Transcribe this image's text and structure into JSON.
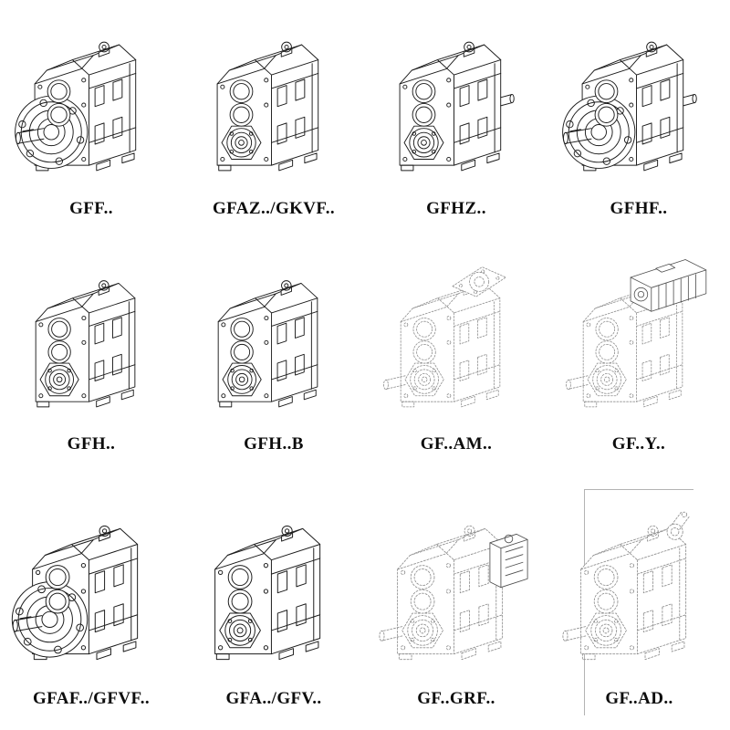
{
  "figures": [
    {
      "label": "GFF..",
      "icon": "flange-gearbox-drawing"
    },
    {
      "label": "GFAZ../GKVF..",
      "icon": "shaft-mounted-gearbox-drawing"
    },
    {
      "label": "GFHZ..",
      "icon": "shaft-mounted-gearbox-with-side-shaft-drawing"
    },
    {
      "label": "GFHF..",
      "icon": "flange-gearbox-with-side-shaft-drawing"
    },
    {
      "label": "GFH..",
      "icon": "shaft-mounted-gearbox-drawing"
    },
    {
      "label": "GFH..B",
      "icon": "shaft-mounted-gearbox-drawing"
    },
    {
      "label": "GF..AM..",
      "icon": "gearbox-with-motor-flange-drawing"
    },
    {
      "label": "GF..Y..",
      "icon": "gearbox-with-motor-drawing"
    },
    {
      "label": "GFAF../GFVF..",
      "icon": "flange-gearbox-drawing"
    },
    {
      "label": "GFA../GFV..",
      "icon": "shaft-mounted-gearbox-drawing"
    },
    {
      "label": "GF..GRF..",
      "icon": "gearbox-with-input-adapter-drawing"
    },
    {
      "label": "GF..AD..",
      "icon": "gearbox-with-input-shaft-drawing"
    }
  ],
  "colors": {
    "ink": "#1c1c1c",
    "ghost": "#8f8f8f",
    "attachment": "#4f4f4f",
    "background": "#ffffff"
  }
}
